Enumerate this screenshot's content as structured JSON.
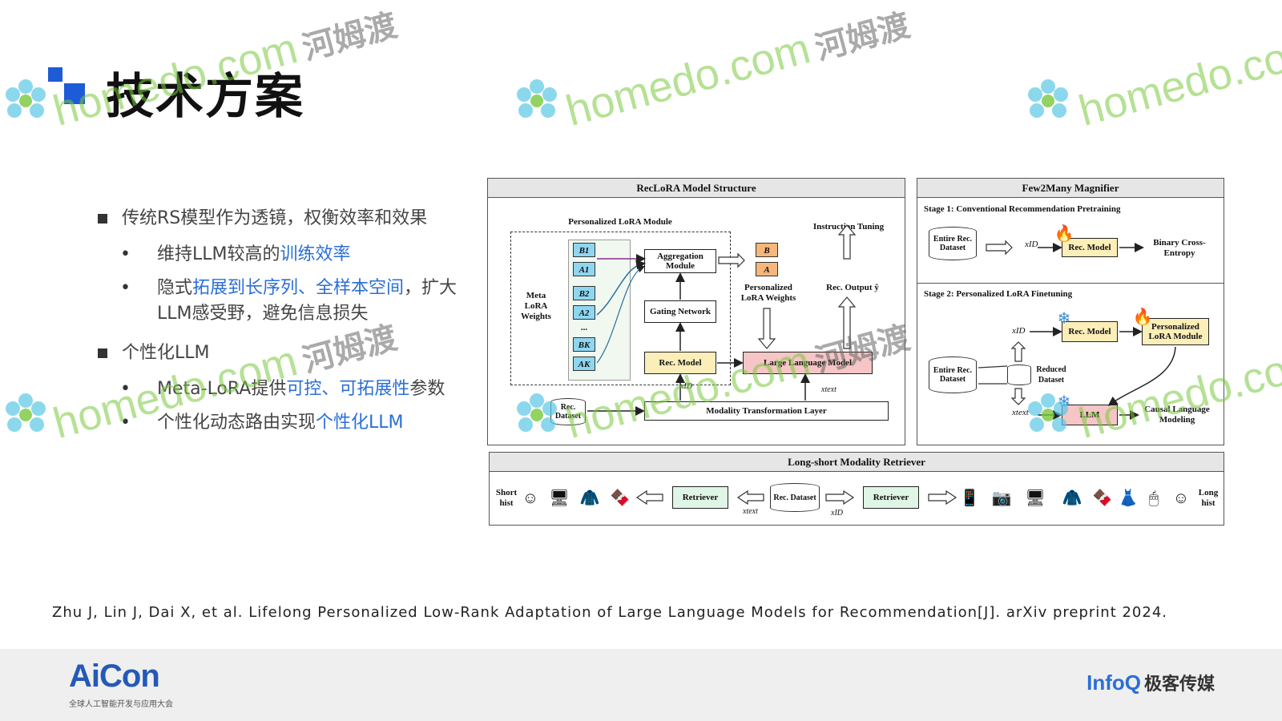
{
  "title": "技术方案",
  "bullets": [
    {
      "text": "传统RS模型作为透镜，权衡效率和效果",
      "subs": [
        {
          "parts": [
            "维持LLM较高的",
            "训练效率",
            ""
          ]
        },
        {
          "parts": [
            "隐式",
            "拓展到长序列、全样本空间",
            "，扩大LLM感受野，避免信息损失"
          ]
        }
      ]
    },
    {
      "text": "个性化LLM",
      "subs": [
        {
          "parts": [
            "Meta-LoRA提供",
            "可控、可拓展性",
            "参数"
          ]
        },
        {
          "parts": [
            "个性化动态路由实现",
            "个性化LLM",
            ""
          ]
        }
      ]
    }
  ],
  "diagram": {
    "reclora": {
      "title": "RecLoRA Model Structure",
      "lora_module": "Personalized LoRA Module",
      "meta_weights": "Meta LoRA Weights",
      "aggregation": "Aggregation Module",
      "gating": "Gating Network",
      "personalized_weights": "Personalized LoRA Weights",
      "instruction_tuning": "Instruction Tuning",
      "rec_output": "Rec. Output ŷ",
      "rec_model": "Rec. Model",
      "llm": "Large Language Model",
      "modality_layer": "Modality Transformation Layer",
      "rec_dataset": "Rec. Dataset",
      "b_labels": [
        "B1",
        "A1",
        "B2",
        "A2",
        "...",
        "BK",
        "AK"
      ],
      "b_out": "B",
      "a_out": "A",
      "x_id": "xID",
      "x_text": "xtext"
    },
    "few2many": {
      "title": "Few2Many Magnifier",
      "stage1": "Stage 1: Conventional Recommendation Pretraining",
      "stage2": "Stage 2: Personalized LoRA Finetuning",
      "entire_dataset": "Entire Rec. Dataset",
      "rec_model": "Rec. Model",
      "binary_ce": "Binary Cross-Entropy",
      "reduced_dataset": "Reduced Dataset",
      "personalized_lora": "Personalized LoRA Module",
      "llm": "LLM",
      "causal_lm": "Causal Language Modeling",
      "x_id": "xID",
      "x_text": "xtext"
    },
    "retriever": {
      "title": "Long-short Modality Retriever",
      "short_hist": "Short hist",
      "long_hist": "Long hist",
      "retriever": "Retriever",
      "rec_dataset": "Rec. Dataset",
      "x_text": "xtext",
      "x_id": "xID"
    }
  },
  "reference": "Zhu J, Lin J, Dai X, et al. Lifelong Personalized Low-Rank Adaptation of Large Language Models for Recommendation[J]. arXiv preprint 2024.",
  "footer": {
    "aicon": "AiCon",
    "aicon_sub": "全球人工智能开发与应用大会",
    "infoq": "InfoQ",
    "infoq_cn": "极客传媒"
  },
  "watermark": {
    "en": "homedo.com",
    "cn": "河姆渡"
  },
  "colors": {
    "accent": "#2a6fd6",
    "title_mark": "#1e5bd6",
    "watermark_green": "#78c83c"
  }
}
